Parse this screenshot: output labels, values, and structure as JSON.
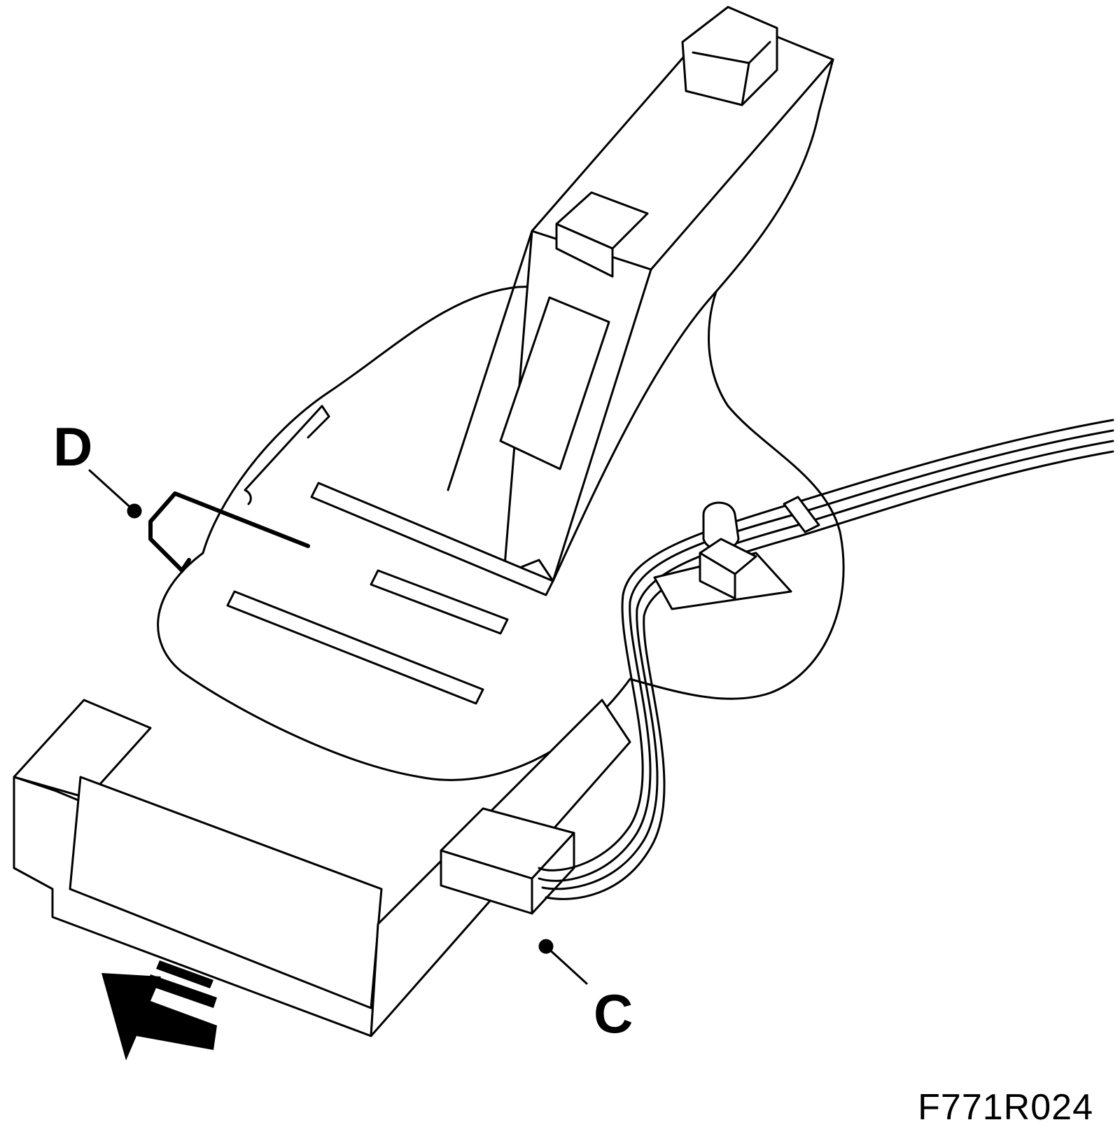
{
  "diagram": {
    "callouts": {
      "d": "D",
      "c": "C"
    },
    "figure_id": "F771R024",
    "line_color": "#000000",
    "background": "#ffffff",
    "pull_direction_icon": "arrow-down-left-icon"
  }
}
